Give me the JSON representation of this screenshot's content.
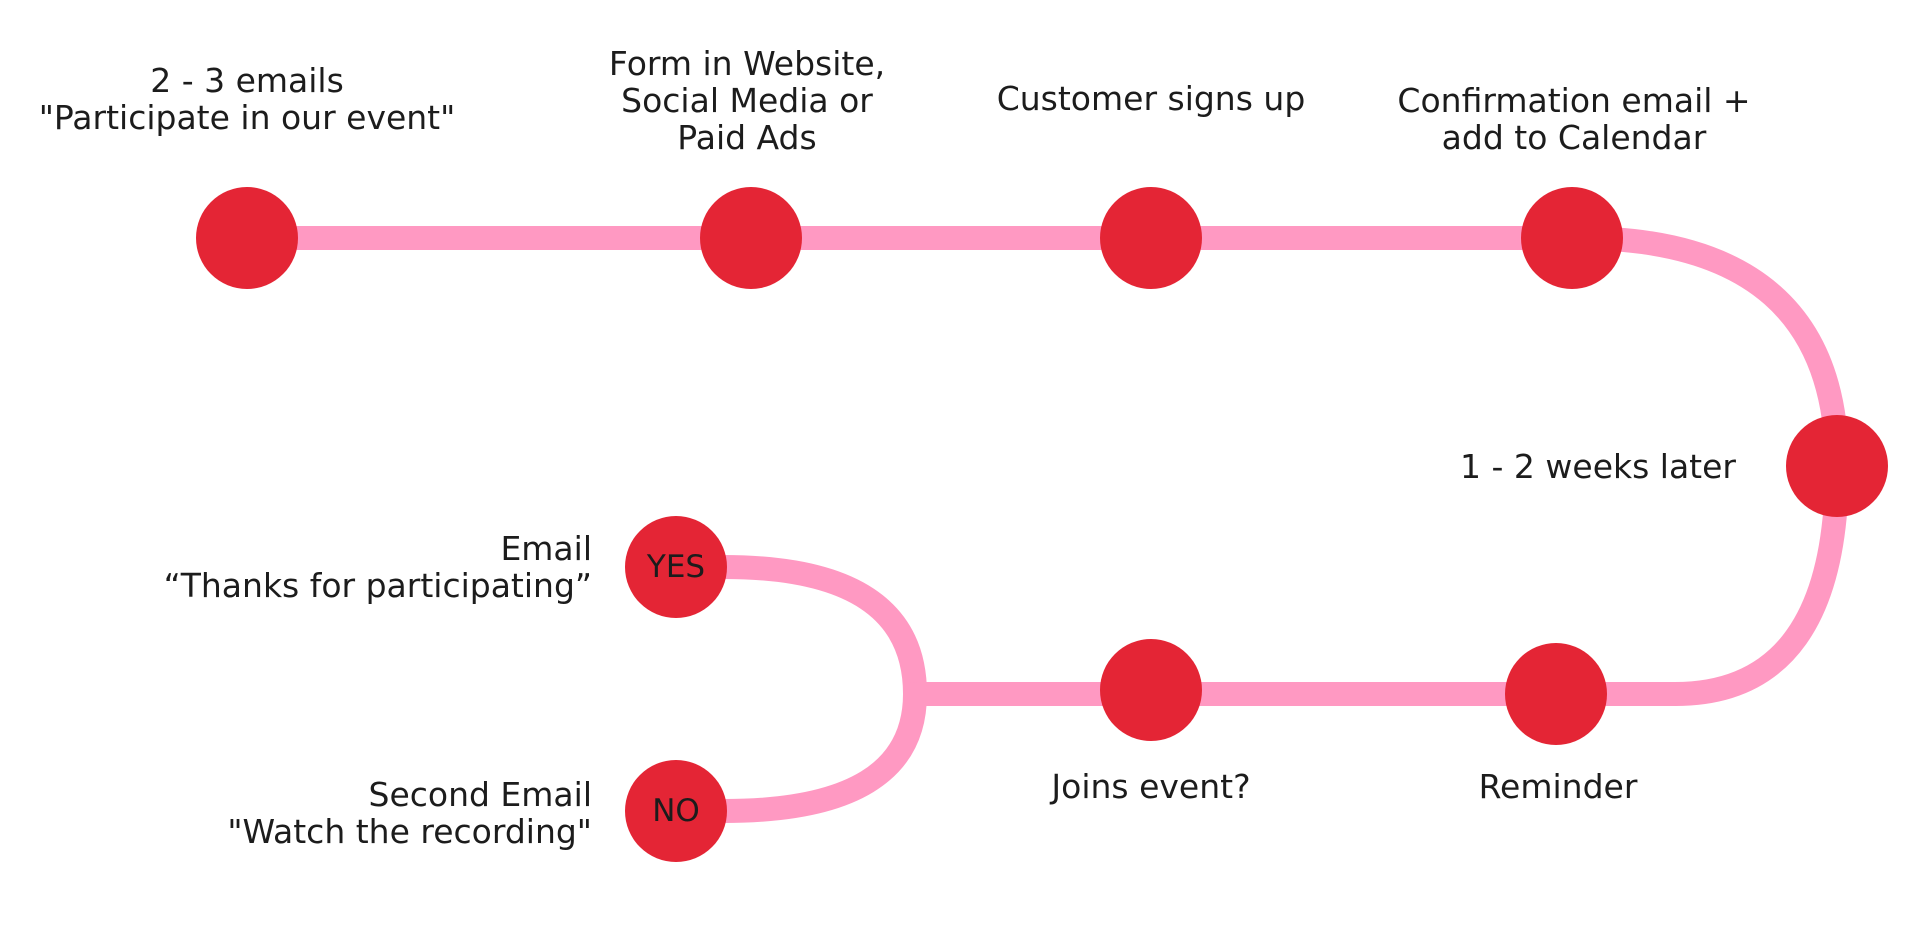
{
  "colors": {
    "track": "#ff99c2",
    "node": "#e42535",
    "text": "#1c1c1c"
  },
  "steps": {
    "emails": "2 - 3 emails\n\"Participate in our event\"",
    "form": "Form in Website,\nSocial Media or\nPaid Ads",
    "signup": "Customer signs up",
    "confirmation": "Confirmation email +\nadd to Calendar",
    "wait": "1 - 2 weeks later",
    "reminder": "Reminder",
    "joins": "Joins event?",
    "yes_outcome": "Email\n“Thanks for participating”",
    "no_outcome": "Second Email\n\"Watch the recording\""
  },
  "branches": {
    "yes": "YES",
    "no": "NO"
  }
}
